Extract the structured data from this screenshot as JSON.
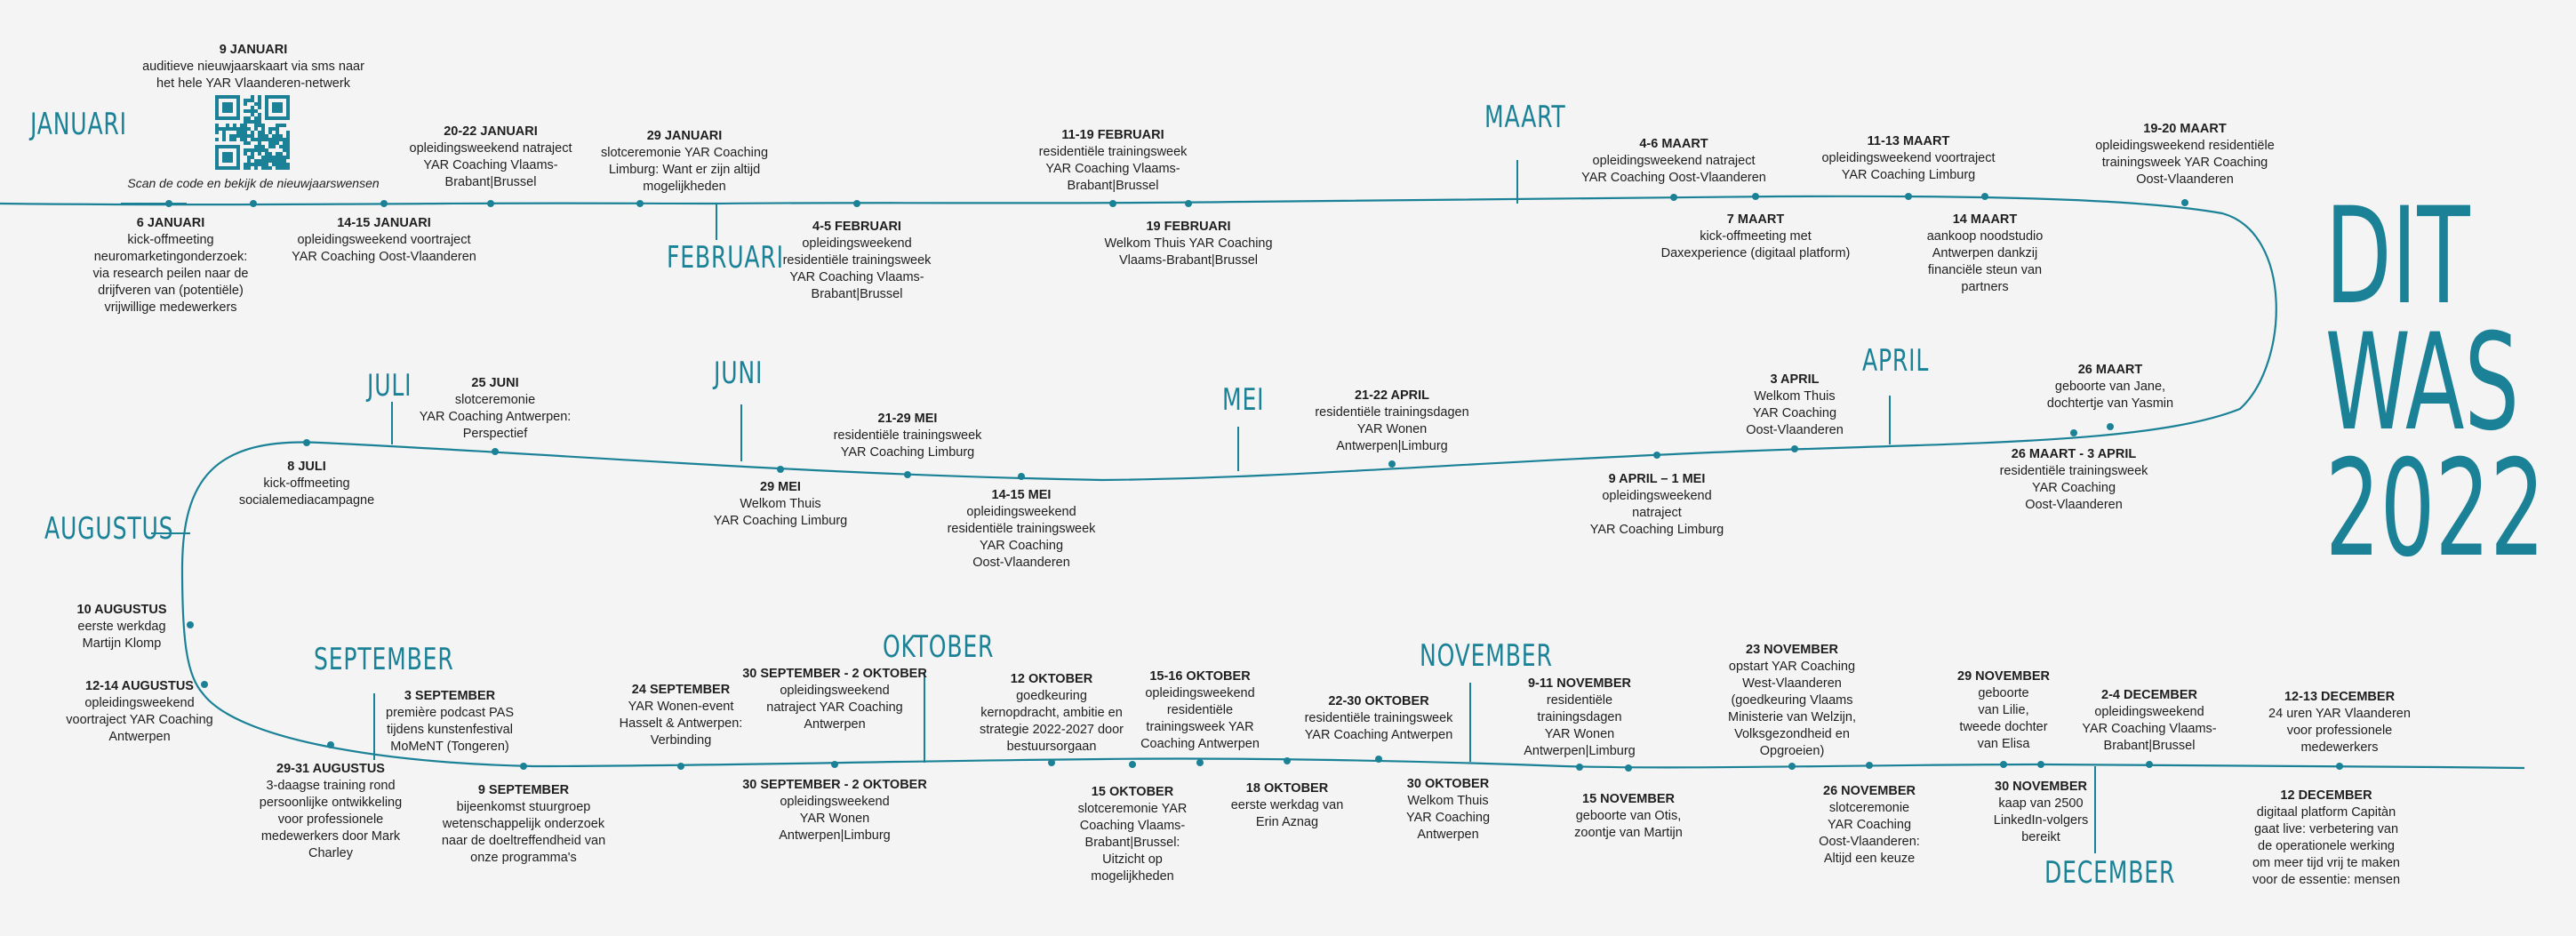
{
  "title_lines": [
    "DIT",
    "WAS",
    "2022"
  ],
  "colors": {
    "accent": "#1a8196",
    "line": "#1a8196",
    "text": "#1e1e1e",
    "background": "#f4f4f4"
  },
  "qr": {
    "icon": "qr-code-icon",
    "caption": "Scan de code en bekijk de nieuwjaarswensen"
  },
  "months": [
    "JANUARI",
    "FEBRUARI",
    "MAART",
    "APRIL",
    "MEI",
    "JUNI",
    "JULI",
    "AUGUSTUS",
    "SEPTEMBER",
    "OKTOBER",
    "NOVEMBER",
    "DECEMBER"
  ],
  "events": [
    {
      "date": "9 JANUARI",
      "text": "auditieve nieuwjaarskaart via sms naar\nhet hele YAR Vlaanderen-netwerk"
    },
    {
      "date": "6 JANUARI",
      "text": "kick-offmeeting\nneuromarketingonderzoek:\nvia research peilen naar de\ndrijfveren van (potentiële)\nvrijwillige medewerkers"
    },
    {
      "date": "14-15 JANUARI",
      "text": "opleidingsweekend voortraject\nYAR Coaching Oost-Vlaanderen"
    },
    {
      "date": "20-22 JANUARI",
      "text": "opleidingsweekend natraject\nYAR Coaching Vlaams-\nBrabant|Brussel"
    },
    {
      "date": "29 JANUARI",
      "text": "slotceremonie YAR Coaching\nLimburg: Want er zijn altijd\nmogelijkheden"
    },
    {
      "date": "4-5 FEBRUARI",
      "text": "opleidingsweekend\nresidentiële trainingsweek\nYAR Coaching Vlaams-\nBrabant|Brussel"
    },
    {
      "date": "11-19 FEBRUARI",
      "text": "residentiële trainingsweek\nYAR Coaching Vlaams-\nBrabant|Brussel"
    },
    {
      "date": "19 FEBRUARI",
      "text": "Welkom Thuis YAR Coaching\nVlaams-Brabant|Brussel"
    },
    {
      "date": "4-6 MAART",
      "text": "opleidingsweekend natraject\nYAR Coaching Oost-Vlaanderen"
    },
    {
      "date": "7 MAART",
      "text": "kick-offmeeting met\nDaxexperience (digitaal platform)"
    },
    {
      "date": "11-13 MAART",
      "text": "opleidingsweekend voortraject\nYAR Coaching Limburg"
    },
    {
      "date": "14 MAART",
      "text": "aankoop noodstudio\nAntwerpen dankzij\nfinanciële steun van\npartners"
    },
    {
      "date": "19-20 MAART",
      "text": "opleidingsweekend residentiële\ntrainingsweek YAR Coaching\nOost-Vlaanderen"
    },
    {
      "date": "26 MAART",
      "text": "geboorte van Jane,\ndochtertje van Yasmin"
    },
    {
      "date": "26 MAART - 3 APRIL",
      "text": "residentiële trainingsweek\nYAR Coaching\nOost-Vlaanderen"
    },
    {
      "date": "3 APRIL",
      "text": "Welkom Thuis\nYAR Coaching\nOost-Vlaanderen"
    },
    {
      "date": "9 APRIL – 1 MEI",
      "text": "opleidingsweekend\nnatraject\nYAR Coaching Limburg"
    },
    {
      "date": "21-22 APRIL",
      "text": "residentiële trainingsdagen\nYAR Wonen\nAntwerpen|Limburg"
    },
    {
      "date": "14-15 MEI",
      "text": "opleidingsweekend\nresidentiële trainingsweek\nYAR Coaching\nOost-Vlaanderen"
    },
    {
      "date": "21-29 MEI",
      "text": "residentiële trainingsweek\nYAR Coaching Limburg"
    },
    {
      "date": "29 MEI",
      "text": "Welkom Thuis\nYAR Coaching Limburg"
    },
    {
      "date": "25 JUNI",
      "text": "slotceremonie\nYAR Coaching Antwerpen:\nPerspectief"
    },
    {
      "date": "8 JULI",
      "text": "kick-offmeeting\nsocialemediacampagne"
    },
    {
      "date": "10 AUGUSTUS",
      "text": "eerste werkdag\nMartijn Klomp"
    },
    {
      "date": "12-14 AUGUSTUS",
      "text": "opleidingsweekend\nvoortraject YAR Coaching\nAntwerpen"
    },
    {
      "date": "29-31 AUGUSTUS",
      "text": "3-daagse training rond\npersoonlijke ontwikkeling\nvoor professionele\nmedewerkers door Mark\nCharley"
    },
    {
      "date": "3 SEPTEMBER",
      "text": "première podcast PAS\ntijdens kunstenfestival\nMoMeNT (Tongeren)"
    },
    {
      "date": "9 SEPTEMBER",
      "text": "bijeenkomst stuurgroep\nwetenschappelijk onderzoek\nnaar de doeltreffendheid van\nonze programma's"
    },
    {
      "date": "24 SEPTEMBER",
      "text": "YAR Wonen-event\nHasselt & Antwerpen:\nVerbinding"
    },
    {
      "date": "30 SEPTEMBER -\n2 OKTOBER",
      "text": "opleidingsweekend\nnatraject YAR Coaching\nAntwerpen"
    },
    {
      "date": "30 SEPTEMBER -\n2 OKTOBER",
      "text": "opleidingsweekend\nYAR Wonen\nAntwerpen|Limburg"
    },
    {
      "date": "12 OKTOBER",
      "text": "goedkeuring\nkernopdracht, ambitie en\nstrategie 2022-2027 door\nbestuursorgaan"
    },
    {
      "date": "15 OKTOBER",
      "text": "slotceremonie YAR\nCoaching Vlaams-\nBrabant|Brussel:\nUitzicht op\nmogelijkheden"
    },
    {
      "date": "15-16 OKTOBER",
      "text": "opleidingsweekend\nresidentiële\ntrainingsweek YAR\nCoaching Antwerpen"
    },
    {
      "date": "18 OKTOBER",
      "text": "eerste werkdag van\nErin Aznag"
    },
    {
      "date": "22-30 OKTOBER",
      "text": "residentiële trainingsweek\nYAR Coaching Antwerpen"
    },
    {
      "date": "30 OKTOBER",
      "text": "Welkom Thuis\nYAR Coaching\nAntwerpen"
    },
    {
      "date": "9-11 NOVEMBER",
      "text": "residentiële\ntrainingsdagen\nYAR Wonen\nAntwerpen|Limburg"
    },
    {
      "date": "15 NOVEMBER",
      "text": "geboorte van Otis,\nzoontje van Martijn"
    },
    {
      "date": "23 NOVEMBER",
      "text": "opstart YAR Coaching\nWest-Vlaanderen\n(goedkeuring Vlaams\nMinisterie van Welzijn,\nVolksgezondheid en\nOpgroeien)"
    },
    {
      "date": "26 NOVEMBER",
      "text": "slotceremonie\nYAR Coaching\nOost-Vlaanderen:\nAltijd een keuze"
    },
    {
      "date": "29 NOVEMBER",
      "text": "geboorte\nvan Lilie,\ntweede dochter\nvan Elisa"
    },
    {
      "date": "30 NOVEMBER",
      "text": "kaap van 2500\nLinkedIn-volgers\nbereikt"
    },
    {
      "date": "2-4 DECEMBER",
      "text": "opleidingsweekend\nYAR Coaching Vlaams-\nBrabant|Brussel"
    },
    {
      "date": "12-13 DECEMBER",
      "text": "24 uren YAR Vlaanderen\nvoor professionele\nmedewerkers"
    },
    {
      "date": "12 DECEMBER",
      "text": "digitaal platform Capitàn\ngaat live: verbetering van\nde operationele werking\nom meer tijd vrij te maken\nvoor de essentie: mensen"
    }
  ]
}
